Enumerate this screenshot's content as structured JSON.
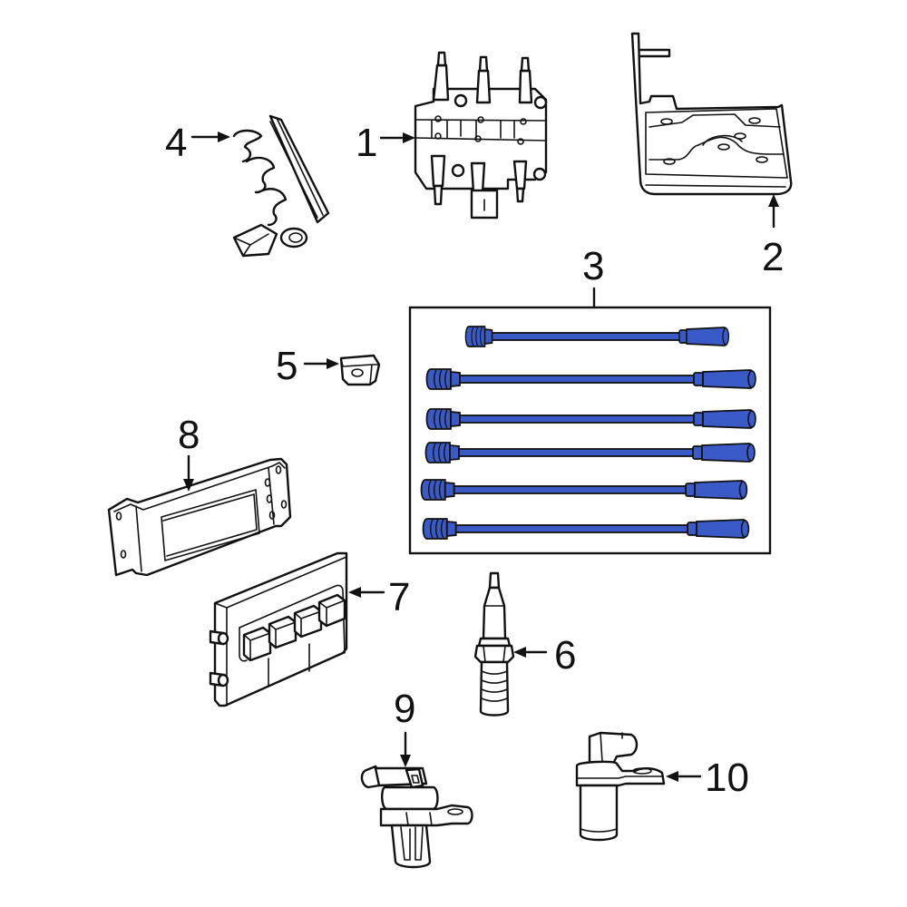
{
  "diagram": {
    "background": "#ffffff",
    "line_color": "#111111",
    "highlight_color": "#3a5bc7",
    "highlighted_part": "3",
    "callouts": [
      {
        "id": "1",
        "label": "1",
        "part": "ignition-coil-pack"
      },
      {
        "id": "2",
        "label": "2",
        "part": "coil-mounting-bracket"
      },
      {
        "id": "3",
        "label": "3",
        "part": "spark-plug-wire-set"
      },
      {
        "id": "4",
        "label": "4",
        "part": "wire-separator-bracket"
      },
      {
        "id": "5",
        "label": "5",
        "part": "wire-retainer-clip"
      },
      {
        "id": "6",
        "label": "6",
        "part": "spark-plug"
      },
      {
        "id": "7",
        "label": "7",
        "part": "engine-control-module"
      },
      {
        "id": "8",
        "label": "8",
        "part": "module-mounting-bracket"
      },
      {
        "id": "9",
        "label": "9",
        "part": "camshaft-position-sensor"
      },
      {
        "id": "10",
        "label": "10",
        "part": "crankshaft-position-sensor"
      }
    ],
    "wire_set_count": 6
  }
}
